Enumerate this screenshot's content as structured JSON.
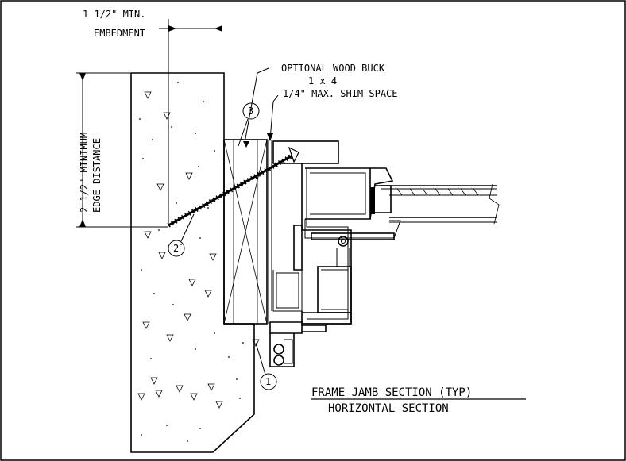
{
  "labels": {
    "embedment_line1": "1 1/2\" MIN.",
    "embedment_line2": "EMBEDMENT",
    "edge_line1": "2 1/2\" MINIMUM",
    "edge_line2": "EDGE DISTANCE",
    "wood_buck_line1": "OPTIONAL WOOD BUCK",
    "wood_buck_line2": "1 x 4",
    "shim_space": "1/4\" MAX. SHIM SPACE"
  },
  "callouts": {
    "c1": "1",
    "c2": "2",
    "c3": "3"
  },
  "title": {
    "main": "FRAME JAMB SECTION (TYP)",
    "sub": "HORIZONTAL SECTION"
  }
}
